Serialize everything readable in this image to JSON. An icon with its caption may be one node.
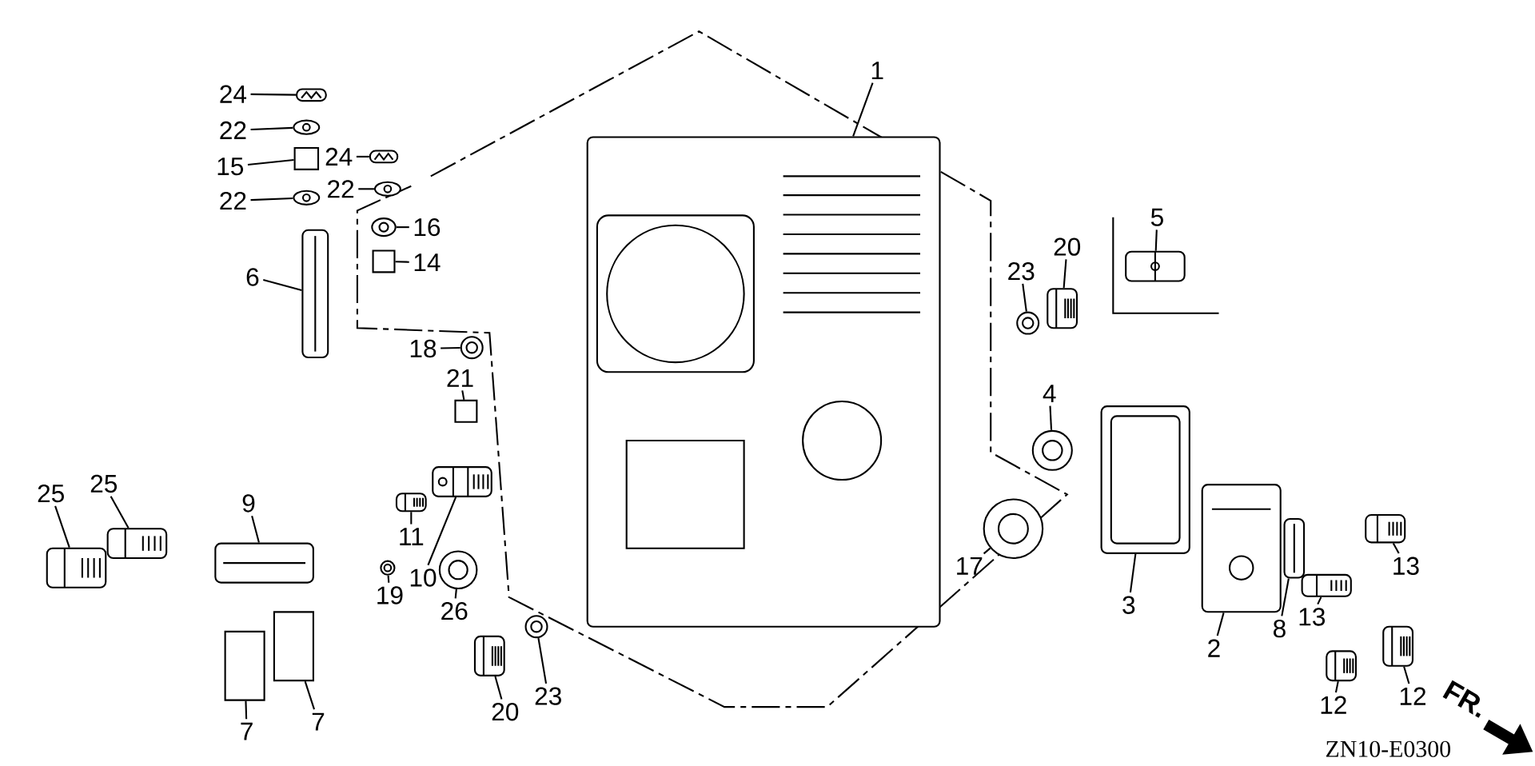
{
  "diagram": {
    "nodes": [
      {
        "text": [
          "24"
        ]
      },
      {
        "text": [],
        "shape": "picture"
      },
      {
        "text": [
          "22"
        ]
      },
      {
        "text": [],
        "shape": "circle"
      },
      {
        "text": [
          "15"
        ]
      },
      {
        "text": [],
        "shape": "box"
      },
      {
        "text": [
          "22"
        ]
      },
      {
        "text": [],
        "shape": "circle"
      },
      {
        "text": [
          "24"
        ]
      },
      {
        "text": [],
        "shape": "picture"
      },
      {
        "text": [
          "22"
        ]
      },
      {
        "text": [],
        "shape": "circle"
      },
      {
        "text": [
          "16"
        ]
      },
      {
        "text": [],
        "shape": "circle"
      },
      {
        "text": [
          "14"
        ]
      },
      {
        "text": [],
        "shape": "box"
      },
      {
        "text": [
          "6"
        ]
      },
      {
        "text": [],
        "shape": "picture"
      },
      {
        "text": [
          "18"
        ]
      },
      {
        "text": [],
        "shape": "circle"
      },
      {
        "text": [
          "21"
        ]
      },
      {
        "text": [],
        "shape": "box"
      },
      {
        "text": [
          "25"
        ]
      },
      {
        "text": [],
        "shape": "picture"
      },
      {
        "text": [
          "25"
        ]
      },
      {
        "text": [],
        "shape": "picture"
      },
      {
        "text": [
          "9"
        ]
      },
      {
        "text": [],
        "shape": "picture"
      },
      {
        "text": [
          "11"
        ]
      },
      {
        "text": [],
        "shape": "picture"
      },
      {
        "text": [
          "10"
        ]
      },
      {
        "text": [],
        "shape": "picture"
      },
      {
        "text": [
          "19"
        ]
      },
      {
        "text": [],
        "shape": "circle"
      },
      {
        "text": [
          "26"
        ]
      },
      {
        "text": [],
        "shape": "circle"
      },
      {
        "text": [
          "20"
        ]
      },
      {
        "text": [],
        "shape": "picture"
      },
      {
        "text": [
          "23"
        ]
      },
      {
        "text": [],
        "shape": "circle"
      },
      {
        "text": [
          "7"
        ]
      },
      {
        "text": [],
        "shape": "box"
      },
      {
        "text": [
          "7"
        ]
      },
      {
        "text": [],
        "shape": "box"
      },
      {
        "text": [
          "1"
        ]
      },
      {
        "text": [],
        "shape": "picture"
      },
      {
        "text": [
          "23"
        ]
      },
      {
        "text": [],
        "shape": "circle"
      },
      {
        "text": [
          "20"
        ]
      },
      {
        "text": [],
        "shape": "picture"
      },
      {
        "text": [
          "5"
        ]
      },
      {
        "text": [],
        "shape": "picture"
      },
      {
        "text": [
          "4"
        ]
      },
      {
        "text": [],
        "shape": "circle"
      },
      {
        "text": [
          "17"
        ]
      },
      {
        "text": [],
        "shape": "circle"
      },
      {
        "text": [
          "3"
        ]
      },
      {
        "text": [],
        "shape": "picture"
      },
      {
        "text": [
          "2"
        ]
      },
      {
        "text": [],
        "shape": "picture"
      },
      {
        "text": [
          "8"
        ]
      },
      {
        "text": [],
        "shape": "picture"
      },
      {
        "text": [
          "13"
        ]
      },
      {
        "text": [],
        "shape": "picture"
      },
      {
        "text": [
          "13"
        ]
      },
      {
        "text": [],
        "shape": "picture"
      },
      {
        "text": [
          "12"
        ]
      },
      {
        "text": [],
        "shape": "picture"
      },
      {
        "text": [
          "12"
        ]
      },
      {
        "text": [],
        "shape": "picture"
      }
    ],
    "edges": [
      {
        "from": 0,
        "to": 1,
        "arrow": "none"
      },
      {
        "from": 2,
        "to": 3,
        "arrow": "none"
      },
      {
        "from": 4,
        "to": 5,
        "arrow": "none"
      },
      {
        "from": 6,
        "to": 7,
        "arrow": "none"
      },
      {
        "from": 8,
        "to": 9,
        "arrow": "none"
      },
      {
        "from": 10,
        "to": 11,
        "arrow": "none"
      },
      {
        "from": 12,
        "to": 13,
        "arrow": "none"
      },
      {
        "from": 14,
        "to": 15,
        "arrow": "none"
      },
      {
        "from": 16,
        "to": 17,
        "arrow": "none"
      },
      {
        "from": 18,
        "to": 19,
        "arrow": "none"
      },
      {
        "from": 20,
        "to": 21,
        "arrow": "none"
      },
      {
        "from": 22,
        "to": 23,
        "arrow": "none"
      },
      {
        "from": 24,
        "to": 25,
        "arrow": "none"
      },
      {
        "from": 26,
        "to": 27,
        "arrow": "none"
      },
      {
        "from": 28,
        "to": 29,
        "arrow": "none"
      },
      {
        "from": 30,
        "to": 31,
        "arrow": "none"
      },
      {
        "from": 32,
        "to": 33,
        "arrow": "none"
      },
      {
        "from": 34,
        "to": 35,
        "arrow": "none"
      },
      {
        "from": 36,
        "to": 37,
        "arrow": "none"
      },
      {
        "from": 38,
        "to": 39,
        "arrow": "none"
      },
      {
        "from": 40,
        "to": 41,
        "arrow": "none"
      },
      {
        "from": 42,
        "to": 43,
        "arrow": "none"
      },
      {
        "from": 44,
        "to": 45,
        "arrow": "none"
      },
      {
        "from": 46,
        "to": 47,
        "arrow": "none"
      },
      {
        "from": 48,
        "to": 49,
        "arrow": "none"
      },
      {
        "from": 50,
        "to": 51,
        "arrow": "none"
      },
      {
        "from": 52,
        "to": 53,
        "arrow": "none"
      },
      {
        "from": 54,
        "to": 55,
        "arrow": "none"
      },
      {
        "from": 56,
        "to": 57,
        "arrow": "none"
      },
      {
        "from": 58,
        "to": 59,
        "arrow": "none"
      },
      {
        "from": 60,
        "to": 61,
        "arrow": "none"
      },
      {
        "from": 62,
        "to": 63,
        "arrow": "none"
      },
      {
        "from": 64,
        "to": 65,
        "arrow": "none"
      },
      {
        "from": 66,
        "to": 67,
        "arrow": "none"
      },
      {
        "from": 68,
        "to": 69,
        "arrow": "none"
      }
    ],
    "labels": [
      "FR.",
      "ZN10-E0300"
    ]
  }
}
